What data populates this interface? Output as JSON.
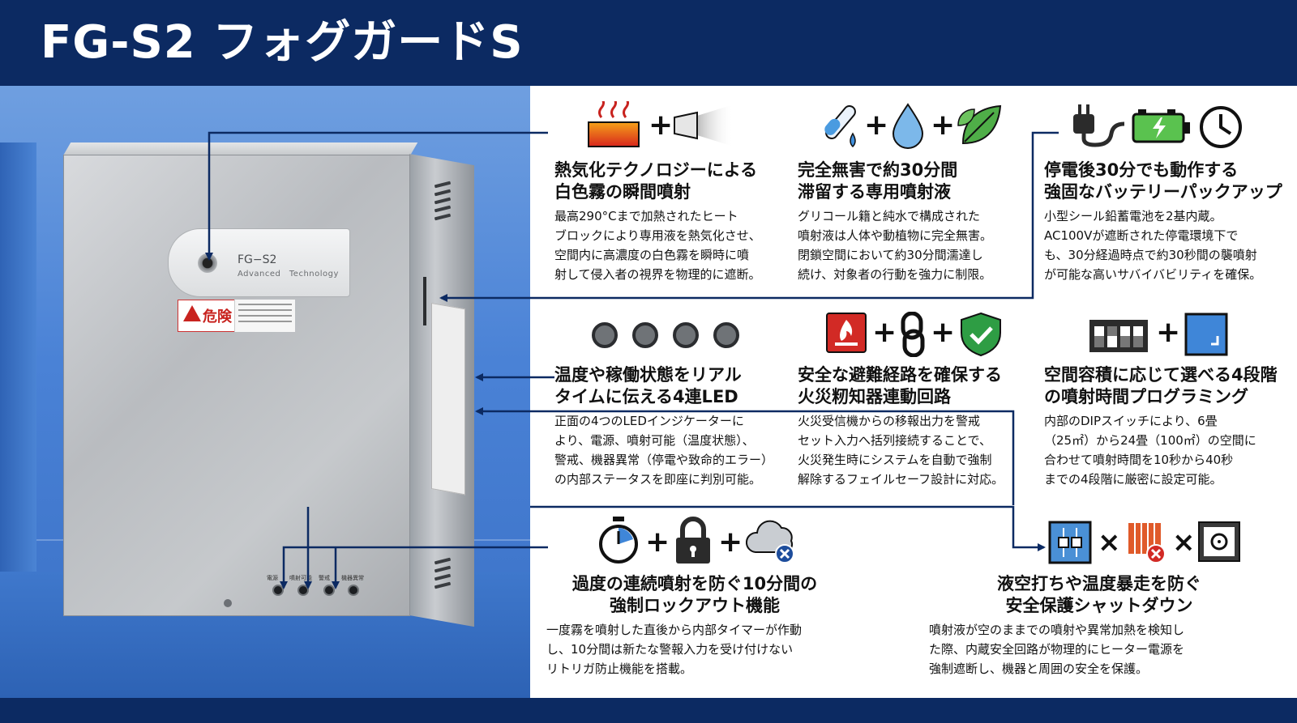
{
  "title": "FG-S2 フォグガードS",
  "device": {
    "plate_model": "FG−S2",
    "plate_sub": "Advanced　Technology",
    "warning": "危険",
    "led_labels": [
      "電源",
      "噴射可能",
      "警戒",
      "機器異常"
    ]
  },
  "features": [
    {
      "title_lines": [
        "熱気化テクノロジーによる",
        "白色霧の瞬間噴射"
      ],
      "desc_lines": [
        "最高290°Cまで加熱されたヒート",
        "ブロックにより専用液を熱気化させ、",
        "空間内に高濃度の白色霧を瞬時に噴",
        "射して侵入者の視界を物理的に遮断。"
      ],
      "icons": [
        "heat-block-icon",
        "fog-nozzle-icon"
      ]
    },
    {
      "title_lines": [
        "完全無害で約30分間",
        "滞留する専用噴射液"
      ],
      "desc_lines": [
        "グリコール籍と純水で構成された",
        "噴射液は人体や動植物に完全無害。",
        "閉鎖空間において約30分間濡達し",
        "続け、対象者の行動を強力に制限。"
      ],
      "icons": [
        "test-tube-icon",
        "water-drop-icon",
        "leaf-icon"
      ]
    },
    {
      "title_lines": [
        "停電後30分でも動作する",
        "強固なバッテリーパックアップ"
      ],
      "desc_lines": [
        "小型シール鉛蓄電池を2基内蔵。",
        "AC100Vが遮断された停電環境下で",
        "も、30分経過時点で約30秒間の襲噴射",
        "が可能な高いサバイバビリティを確保。"
      ],
      "icons": [
        "power-plug-icon",
        "battery-icon",
        "clock-icon"
      ]
    },
    {
      "title_lines": [
        "温度や稼働状態をリアル",
        "タイムに伝える4連LED"
      ],
      "desc_lines": [
        "正面の4つのLEDインジケーターに",
        "より、電源、噴射可能（温度状態）、",
        "警戒、機器異常（停電や致命的エラー）",
        "の内部ステータスを即座に判別可能。"
      ],
      "icons": [
        "led-indicator-icon"
      ]
    },
    {
      "title_lines": [
        "安全な避難経路を確保する",
        "火災籾知器連動回路"
      ],
      "desc_lines": [
        "火災受信機からの移報出力を警戒",
        "セット入力へ括列接続することで、",
        "火災発生時にシステムを自動で強制",
        "解除するフェイルセーフ設計に対応。"
      ],
      "icons": [
        "fire-alarm-icon",
        "chain-link-icon",
        "shield-check-icon"
      ]
    },
    {
      "title_lines": [
        "空間容積に応じて選べる4段階",
        "の噴射時間プログラミング"
      ],
      "desc_lines": [
        "内部のDIPスイッチにより、6畳",
        "（25㎡）から24畳（100㎡）の空間に",
        "合わせて噴射時間を10秒から40秒",
        "までの4段階に厳密に設定可能。"
      ],
      "icons": [
        "dip-switch-icon",
        "room-volume-icon"
      ]
    },
    {
      "title_lines": [
        "過度の連続噴射を防ぐ10分間の",
        "強制ロックアウト機能"
      ],
      "desc_lines": [
        "一度霧を噴射した直後から内部タイマーが作動",
        "し、10分間は新たな警報入力を受け付けない",
        "リトリガ防止機能を搭載。"
      ],
      "icons": [
        "stopwatch-icon",
        "padlock-icon",
        "fog-cancel-icon"
      ]
    },
    {
      "title_lines": [
        "液空打ちや温度暴走を防ぐ",
        "安全保護シャットダウン"
      ],
      "desc_lines": [
        "噴射液が空のままでの噴射や異常加熱を検知し",
        "た際、内蔵安全回路が物理的にヒーター電源を",
        "強制遮断し、機器と周囲の安全を保護。"
      ],
      "icons": [
        "circuit-breaker-icon",
        "heater-off-icon",
        "safe-icon"
      ]
    }
  ]
}
